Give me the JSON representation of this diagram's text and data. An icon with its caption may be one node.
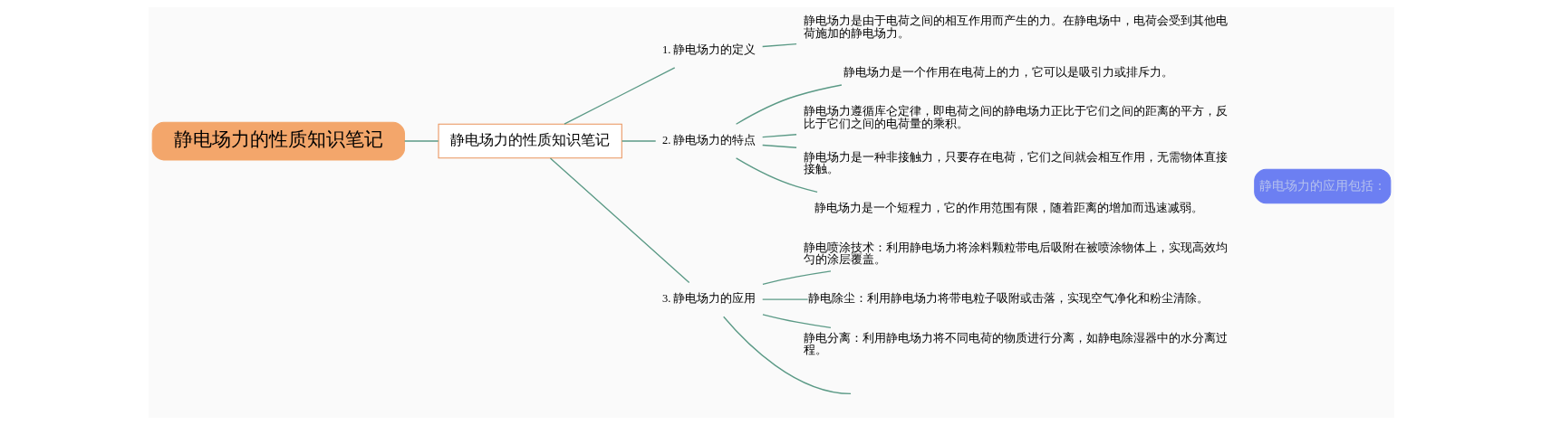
{
  "diagram": {
    "nodes": [
      {
        "text": [
          "静电场力的性质知识笔记"
        ]
      },
      {
        "text": [
          "静电场力的性质知识笔记"
        ]
      },
      {
        "text": [
          "1. 静电场力的定义"
        ]
      },
      {
        "text": [
          "静电场力是由于电荷之间的相互作用而产生的力。在静电场中，电荷会受到其他电荷施加的静电场力。"
        ]
      },
      {
        "text": [
          "2. 静电场力的特点"
        ]
      },
      {
        "text": [
          "静电场力是一个作用在电荷上的力，它可以是吸引力或排斥力。"
        ]
      },
      {
        "text": [
          "静电场力遵循库仑定律，即电荷之间的静电场力正比于它们之间的距离的平方，反比于它们之间的电荷量的乘积。"
        ]
      },
      {
        "text": [
          "静电场力是一种非接触力，只要存在电荷，它们之间就会相互作用，无需物体直接接触。"
        ]
      },
      {
        "text": [
          "静电场力是一个短程力，它的作用范围有限，随着距离的增加而迅速减弱。"
        ]
      },
      {
        "text": [
          "3. 静电场力的应用"
        ]
      },
      {
        "text": [
          "静电喷涂技术：利用静电场力将涂料颗粒带电后吸附在被喷涂物体上，实现高效均匀的涂层覆盖。"
        ]
      },
      {
        "text": [
          "静电除尘：利用静电场力将带电粒子吸附或击落，实现空气净化和粉尘清除。"
        ]
      },
      {
        "text": [
          "静电分离：利用静电场力将不同电荷的物质进行分离，如静电除湿器中的水分离过程。"
        ]
      },
      {
        "text": [
          "静电场力的应用包括："
        ]
      }
    ],
    "edges": [
      {
        "from": 0,
        "to": 1,
        "arrow": "none"
      },
      {
        "from": 1,
        "to": 2,
        "arrow": "none"
      },
      {
        "from": 1,
        "to": 4,
        "arrow": "none"
      },
      {
        "from": 1,
        "to": 9,
        "arrow": "none"
      },
      {
        "from": 2,
        "to": 3,
        "arrow": "none"
      },
      {
        "from": 4,
        "to": 5,
        "arrow": "none"
      },
      {
        "from": 4,
        "to": 6,
        "arrow": "none"
      },
      {
        "from": 4,
        "to": 7,
        "arrow": "none"
      },
      {
        "from": 4,
        "to": 8,
        "arrow": "none"
      },
      {
        "from": 9,
        "to": 10,
        "arrow": "none"
      },
      {
        "from": 9,
        "to": 11,
        "arrow": "none"
      },
      {
        "from": 9,
        "to": 12,
        "arrow": "none"
      },
      {
        "from": 9,
        "to": null,
        "arrow": "none"
      }
    ]
  }
}
